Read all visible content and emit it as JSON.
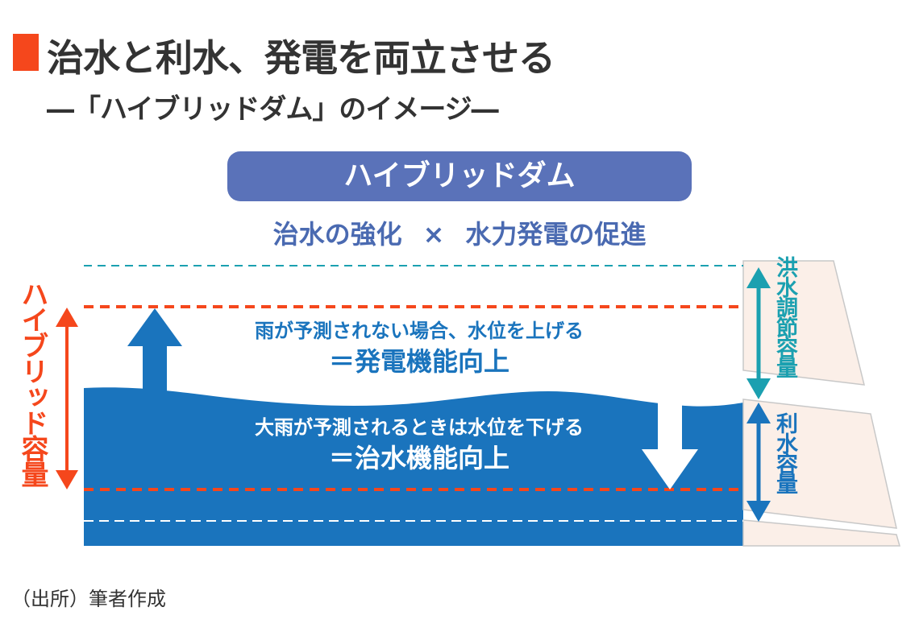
{
  "header": {
    "title": "治水と利水、発電を両立させる",
    "subtitle": "―「ハイブリッドダム」のイメージ―"
  },
  "banner": {
    "label": "ハイブリッドダム"
  },
  "tagline": {
    "left": "治水の強化",
    "cross": "×",
    "right": "水力発電の促進"
  },
  "scenarios": {
    "raise": {
      "condition": "雨が予測されない場合、水位を上げる",
      "result": "＝発電機能向上"
    },
    "lower": {
      "condition": "大雨が予測されるときは水位を下げる",
      "result": "＝治水機能向上"
    }
  },
  "labels": {
    "hybrid_capacity": "ハイブリッド容量",
    "flood_control_capacity": "洪水調節容量",
    "water_use_capacity": "利水容量"
  },
  "source": "（出所）筆者作成",
  "colors": {
    "accent_red": "#f5471c",
    "banner_blue": "#5a72b9",
    "water_blue": "#1a74bd",
    "teal": "#1ba0b0",
    "dam_fill": "#fbefe8",
    "dam_stroke": "#c8c8c8",
    "text_dark": "#333333"
  }
}
